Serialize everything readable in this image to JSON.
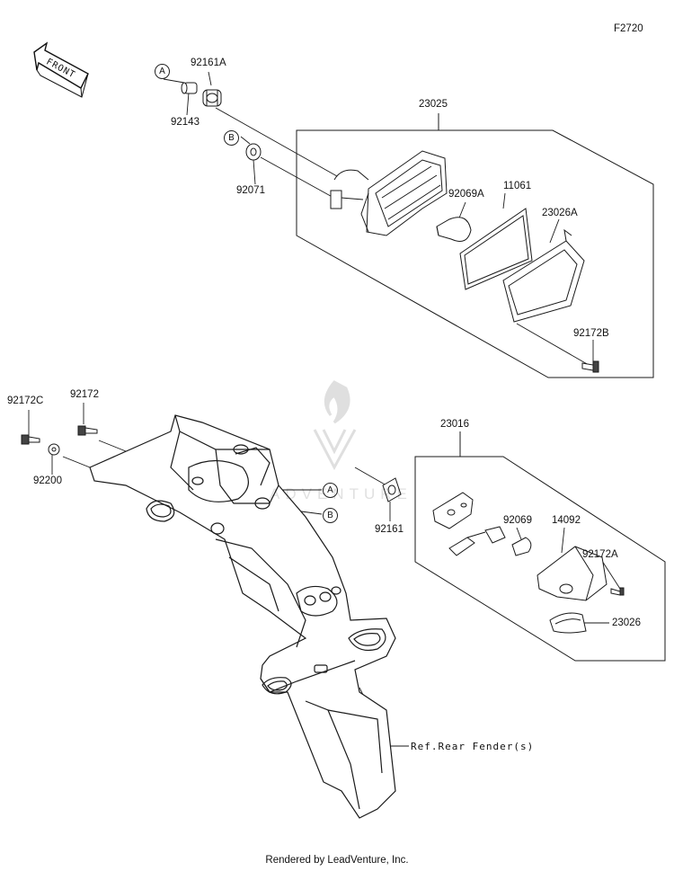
{
  "diagram": {
    "code": "F2720",
    "front_label": "FRONT",
    "watermark_text": "ADVENTURE",
    "footer": "Rendered by LeadVenture, Inc.",
    "parts": [
      "92161A",
      "92143",
      "92071",
      "23025",
      "92069A",
      "11061",
      "23026A",
      "92172B",
      "92172C",
      "92172",
      "92200",
      "23016",
      "92161",
      "92069",
      "14092",
      "92172A",
      "23026"
    ],
    "ref_markers": [
      "A",
      "B"
    ],
    "ref_note": "Ref.Rear Fender(s)"
  }
}
